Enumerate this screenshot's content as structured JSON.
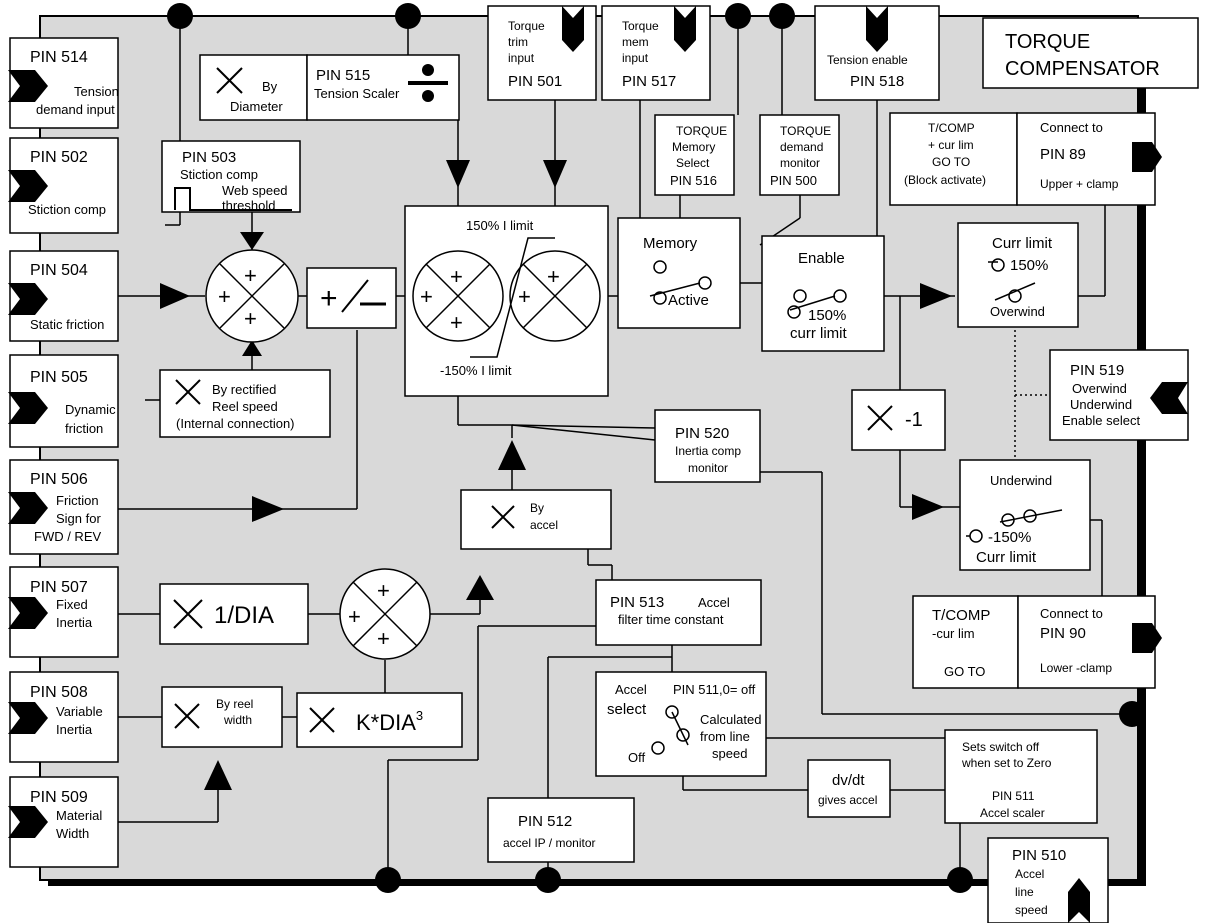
{
  "title": [
    "TORQUE",
    "COMPENSATOR"
  ],
  "pins": {
    "p514": {
      "pin": "PIN 514",
      "desc": [
        "Tension",
        "demand input"
      ]
    },
    "p502": {
      "pin": "PIN 502",
      "desc": [
        "Stiction comp"
      ]
    },
    "p504": {
      "pin": "PIN 504",
      "desc": [
        "Static friction"
      ]
    },
    "p505": {
      "pin": "PIN 505",
      "desc": [
        "Dynamic",
        "friction"
      ]
    },
    "p506": {
      "pin": "PIN 506",
      "desc": [
        "Friction",
        "Sign for",
        "FWD / REV"
      ]
    },
    "p507": {
      "pin": "PIN 507",
      "desc": [
        "Fixed",
        "Inertia"
      ]
    },
    "p508": {
      "pin": "PIN 508",
      "desc": [
        "Variable",
        "Inertia"
      ]
    },
    "p509": {
      "pin": "PIN 509",
      "desc": [
        "Material",
        "Width"
      ]
    }
  },
  "top_inputs": {
    "trim": [
      "Torque",
      "trim",
      "input",
      "PIN 501"
    ],
    "mem": [
      "Torque",
      "mem",
      "input",
      "PIN 517"
    ],
    "enable": [
      "Tension enable",
      "PIN 518"
    ]
  },
  "boxes": {
    "by_diameter": "By\nDiameter",
    "tension_scaler": [
      "PIN 515",
      "Tension Scaler"
    ],
    "stiction": [
      "PIN 503",
      "Stiction comp",
      "Web speed",
      "threshold"
    ],
    "rectified": [
      "By rectified",
      "Reel speed",
      "(Internal connection)"
    ],
    "mem_select": [
      "TORQUE",
      "Memory",
      "Select",
      "PIN 516"
    ],
    "demand_monitor": [
      "TORQUE",
      "demand",
      "monitor",
      "PIN 500"
    ],
    "tcomp_upper": [
      "T/COMP",
      "+ cur lim",
      "GO TO",
      "(Block activate)"
    ],
    "connect_89": [
      "Connect to",
      "PIN 89",
      "Upper + clamp"
    ],
    "tcomp_lower": [
      "T/COMP",
      "-cur lim",
      "GO TO"
    ],
    "connect_90": [
      "Connect to",
      "PIN 90",
      "Lower -clamp"
    ],
    "memory": [
      "Memory",
      "Active"
    ],
    "enable": [
      "Enable",
      "150%",
      "curr limit"
    ],
    "curr_limit": [
      "Curr limit",
      "150%",
      "Overwind"
    ],
    "underwind": [
      "Underwind",
      "-150%",
      "Curr limit"
    ],
    "minus_one": "-1",
    "pin519": [
      "PIN 519",
      "Overwind",
      "Underwind",
      "Enable select"
    ],
    "pin520": [
      "PIN 520",
      "Inertia comp",
      "monitor"
    ],
    "by_accel": [
      "By",
      "accel"
    ],
    "one_dia": "1/DIA",
    "kdia": [
      "K*DIA",
      "3"
    ],
    "reel_width": [
      "By reel",
      "width"
    ],
    "pin513": [
      "PIN 513",
      "Accel",
      "filter time constant"
    ],
    "accel_select": [
      "Accel",
      "select",
      "PIN 511,0= off",
      "Off",
      "Calculated",
      "from line",
      "speed"
    ],
    "dvdt": [
      "dv/dt",
      "gives accel"
    ],
    "sets_switch": [
      "Sets switch off",
      "when set to Zero",
      "PIN 511",
      "Accel scaler"
    ],
    "pin512": [
      "PIN 512",
      "accel IP / monitor"
    ],
    "pin510": [
      "PIN 510",
      "Accel",
      "line",
      "speed"
    ],
    "limit_hi": "150% I limit",
    "limit_lo": "-150% I limit"
  }
}
